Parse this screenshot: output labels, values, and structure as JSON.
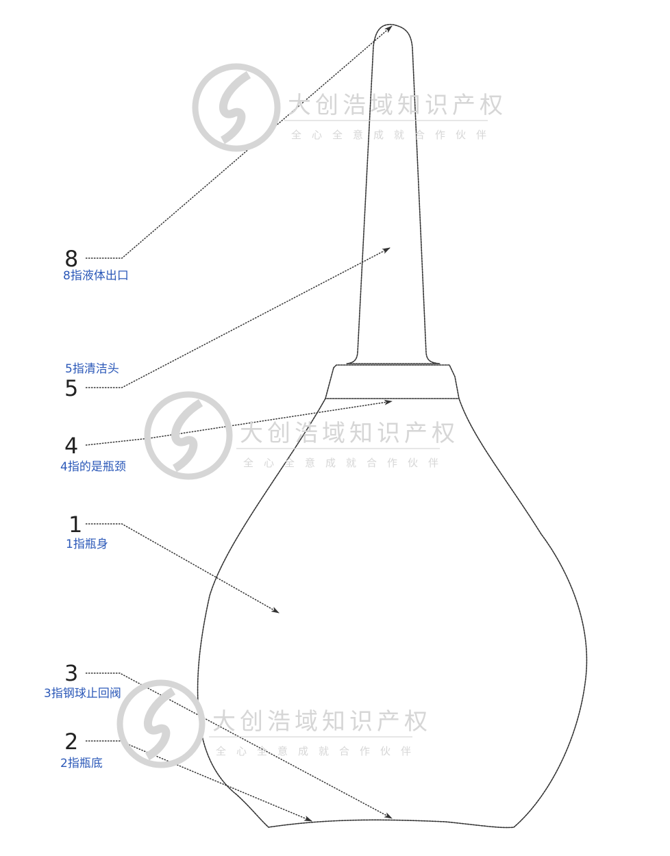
{
  "labels": [
    {
      "id": "8",
      "number": "8",
      "caption": "8指液体出口"
    },
    {
      "id": "5",
      "number": "5",
      "caption": "5指清洁头"
    },
    {
      "id": "4",
      "number": "4",
      "caption": "4指的是瓶颈"
    },
    {
      "id": "1",
      "number": "1",
      "caption": "1指瓶身"
    },
    {
      "id": "3",
      "number": "3",
      "caption": "3指钢球止回阀"
    },
    {
      "id": "2",
      "number": "2",
      "caption": "2指瓶底"
    }
  ],
  "watermark": {
    "title": "大创浩域知识产权",
    "slogan": "全心全意成就合作伙伴"
  },
  "colors": {
    "line": "#333333",
    "caption": "#2b58b8",
    "watermark": "#d6d6d6"
  }
}
